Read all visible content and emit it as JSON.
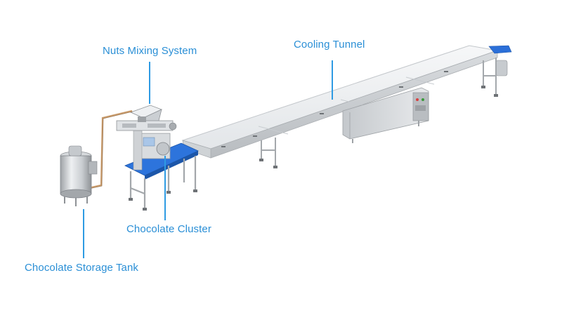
{
  "diagram": {
    "accent_color": "#2a8fd6",
    "labels": {
      "nuts_mixing_system": "Nuts Mixing System",
      "cooling_tunnel": "Cooling Tunnel",
      "chocolate_cluster": "Chocolate Cluster",
      "chocolate_storage_tank": "Chocolate Storage Tank"
    }
  }
}
